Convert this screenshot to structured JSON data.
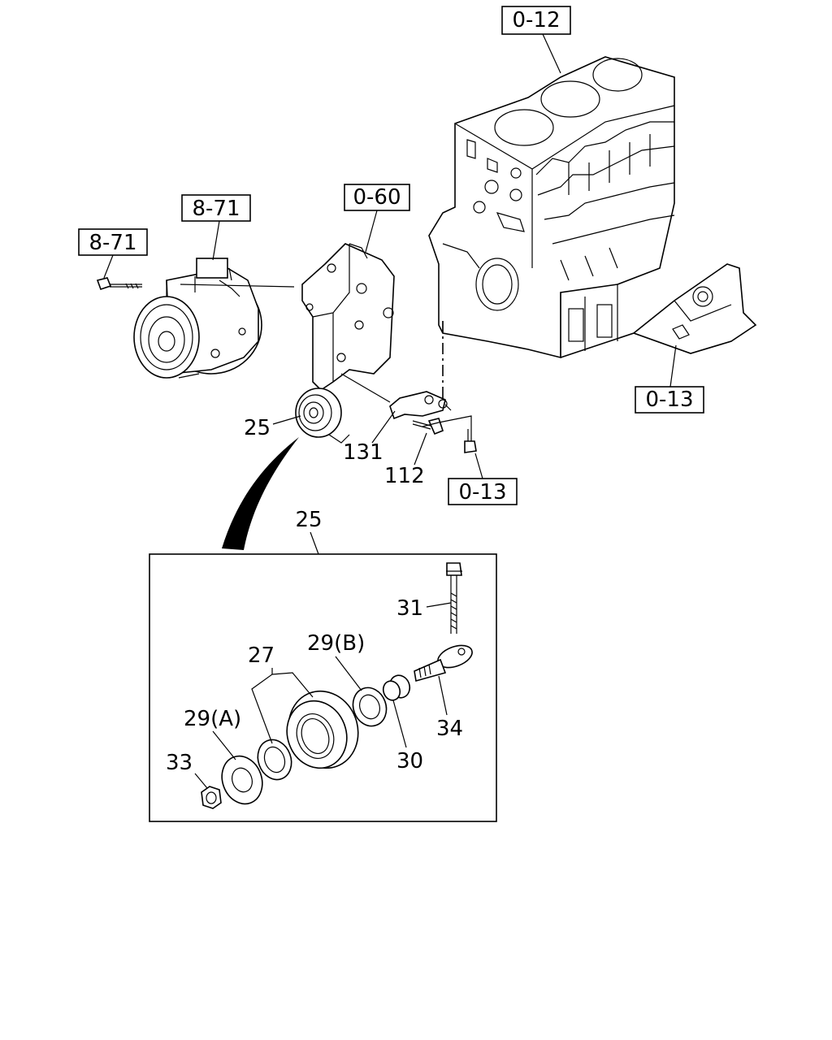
{
  "references": {
    "block": "0-12",
    "oil_pan": "0-13",
    "bracket": "0-60",
    "compressor": "8-71",
    "compressor_bolt": "8-71",
    "stud": "0-13"
  },
  "callouts": {
    "idler_pulley_assy": "25",
    "bracket_131": "131",
    "bolt_112": "112",
    "detail_title": "25",
    "bolt_31": "31",
    "bearing_29b": "29(B)",
    "pulley_27": "27",
    "washer_29a": "29(A)",
    "nut_33": "33",
    "spacer_30": "30",
    "shaft_34": "34"
  }
}
